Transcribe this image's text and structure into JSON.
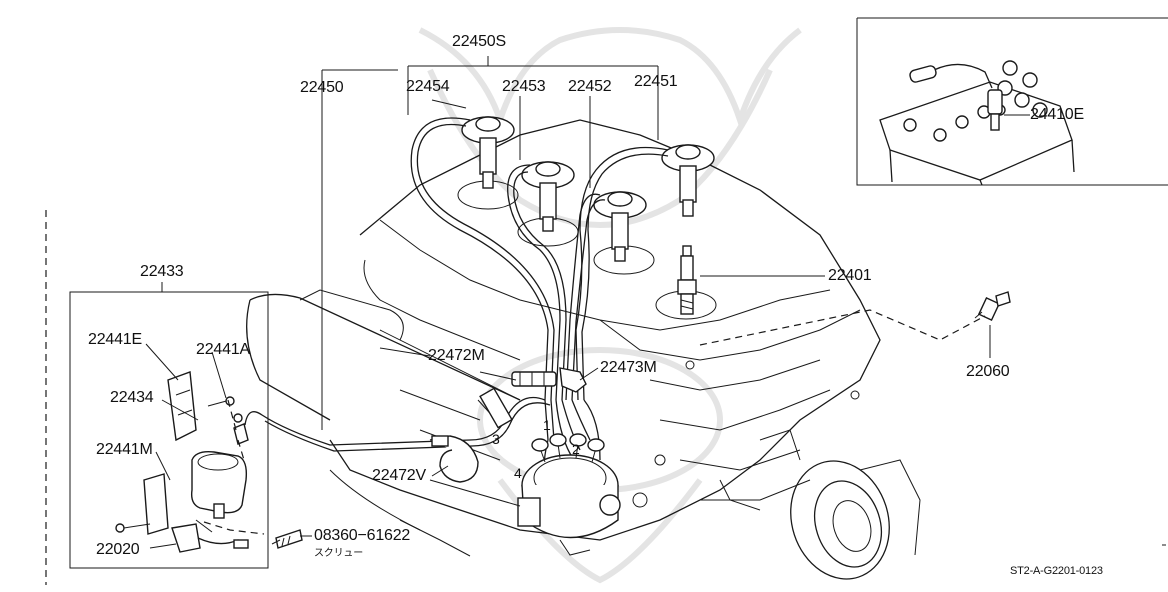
{
  "labels": {
    "p22450S": "22450S",
    "p22450": "22450",
    "p22454": "22454",
    "p22453": "22453",
    "p22452": "22452",
    "p22451": "22451",
    "p24410E": "24410E",
    "p22401": "22401",
    "p22060": "22060",
    "p22433": "22433",
    "p22441E": "22441E",
    "p22441A": "22441A",
    "p22434": "22434",
    "p22441M": "22441M",
    "p22020": "22020",
    "p22472M": "22472M",
    "p22473M": "22473M",
    "p22472V": "22472V",
    "p08360": "08360−61622",
    "screw_kana": "スクリュー",
    "wire_1": "1",
    "wire_2": "2",
    "wire_3": "3",
    "wire_4": "4",
    "diagram_code": "ST2-A-G2201-0123"
  },
  "icons": [
    "coil-icon",
    "spark-plug-icon",
    "plug-cap-icon",
    "temperature-sensor-icon",
    "battery-icon",
    "distributor-icon",
    "clamp-icon",
    "screw-icon",
    "engine-outline-icon"
  ]
}
